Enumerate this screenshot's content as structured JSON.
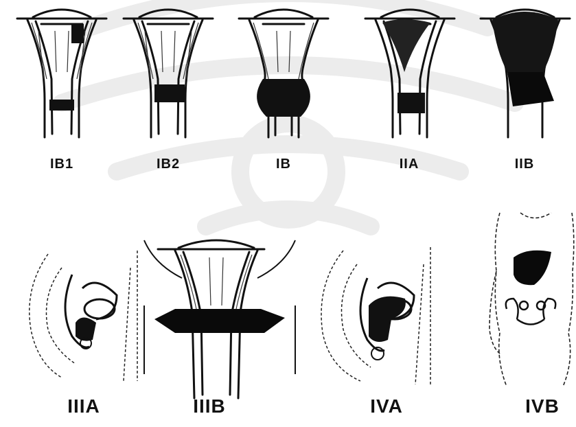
{
  "colors": {
    "ink": "#111111",
    "tumor": "#0a0a0a",
    "watermark": "#e6e6e6"
  },
  "stages_top": [
    {
      "label": "IB1"
    },
    {
      "label": "IB2"
    },
    {
      "label": "IB"
    },
    {
      "label": "IIA"
    },
    {
      "label": "IIB"
    }
  ],
  "stages_bottom": [
    {
      "label": "IIIA"
    },
    {
      "label": "IIIB"
    },
    {
      "label": "IVA"
    },
    {
      "label": "IVB"
    }
  ]
}
